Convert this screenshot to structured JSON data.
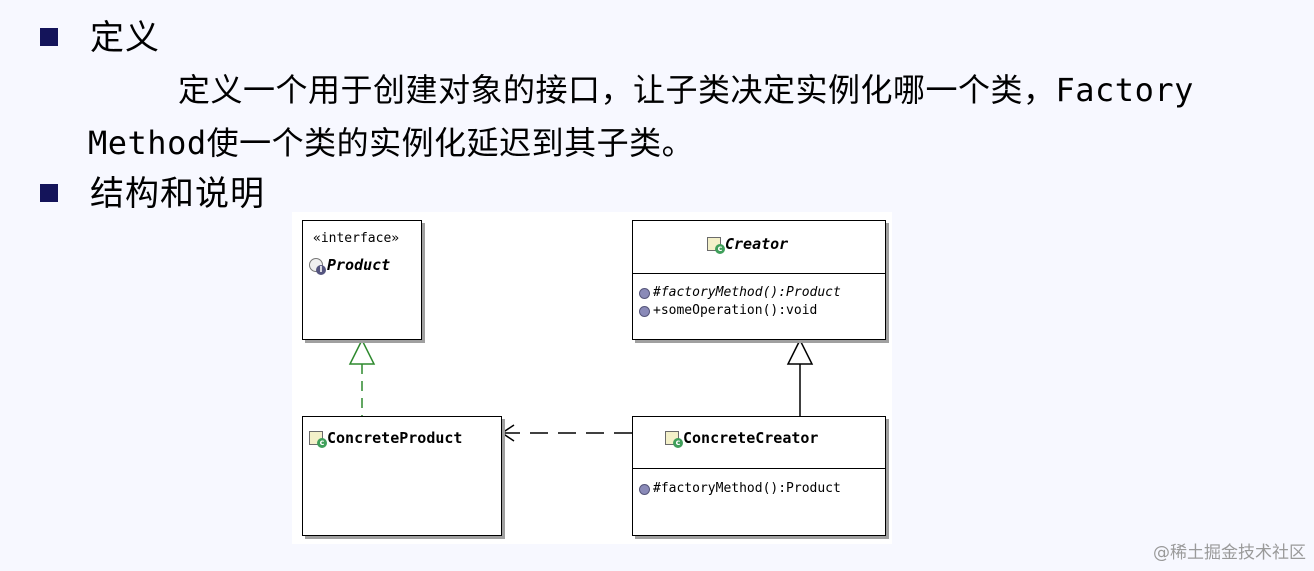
{
  "sections": [
    {
      "title": "定义"
    },
    {
      "title": "结构和说明"
    }
  ],
  "definition": {
    "line1": "定义一个用于创建对象的接口，让子类决定实例化哪一个类，Factory",
    "line2": "Method使一个类的实例化延迟到其子类。"
  },
  "diagram": {
    "product": {
      "stereotype": "«interface»",
      "name": "Product"
    },
    "creator": {
      "name": "Creator",
      "ops": [
        "#factoryMethod():Product",
        "+someOperation():void"
      ]
    },
    "concrete_product": {
      "name": "ConcreteProduct"
    },
    "concrete_creator": {
      "name": "ConcreteCreator",
      "ops": [
        "#factoryMethod():Product"
      ]
    }
  },
  "watermark": "@稀土掘金技术社区",
  "colors": {
    "bullet": "#14145a",
    "background": "#f7f8ff",
    "realization": "#2f8a2f"
  }
}
